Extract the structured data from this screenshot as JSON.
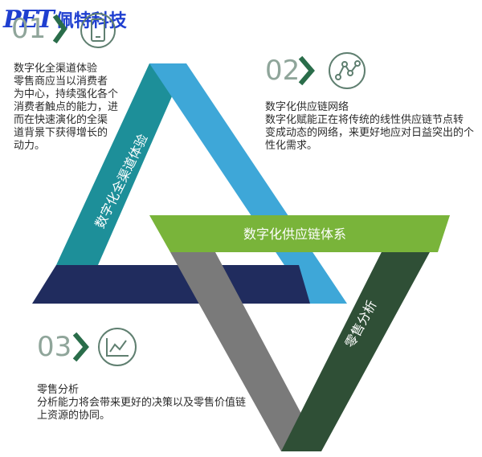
{
  "logo": {
    "mark": "PET",
    "text": "佩特科技"
  },
  "section1": {
    "number": "01",
    "icon": "smartphone-icon",
    "text": "数字化全渠道体验\n零售商应当以消费者\n为中心，持续强化各个\n消费者触点的能力，进\n而在快速演化的全渠\n道背景下获得增长的\n动力。"
  },
  "section2": {
    "number": "02",
    "icon": "network-icon",
    "title": "数字化供应链网络",
    "text": "数字化赋能正在将传统的线性供应链节点转\n变成动态的网络，来更好地应对日益突出的个\n性化需求。"
  },
  "section3": {
    "number": "03",
    "icon": "line-chart-icon",
    "title": "零售分析",
    "text": "分析能力将会带来更好的决策以及零售价值链\n上资源的协同。"
  },
  "triangle": {
    "left_label": "数字化全渠道体验",
    "center_label": "数字化供应链体系",
    "right_label": "零售分析"
  },
  "colors": {
    "teal": "#1d8f99",
    "blue": "#3ea7d8",
    "green": "#79b43a",
    "navy": "#202c5e",
    "gray": "#7a7a7a",
    "dark_green": "#2f4f36",
    "accent_chevron": "#2a6d4a"
  }
}
